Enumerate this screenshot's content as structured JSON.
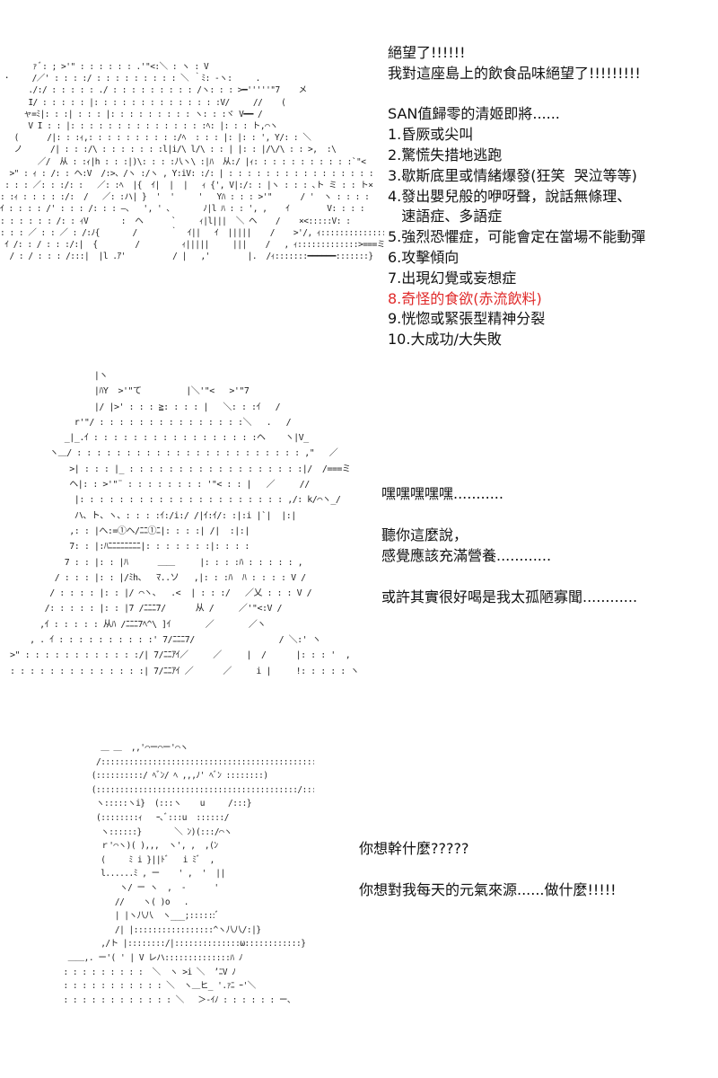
{
  "colors": {
    "text": "#111111",
    "highlight": "#e02a2a",
    "background": "#ffffff"
  },
  "panel1": {
    "art": "       ｧ ﾞ: ; >'\" : : : : : : .'\"<:＼ : ヽ : V\n ･     /／' : : : :/ : : : : : : : : : ＼ ｀ﾐ: -ヽ:     .\n      ./:/ : : : : : ./ : : : : : : : : : /ヽ: : : >━'''''\"7    メ\n      I/ : : : : : |: : : : : : : : : : : : : :V/     //    (\n     ャ=ﾐ|: : :| : : : |: : : : : : : : : ヽ: : :ヾ V━━ /\n      V I : : |: : : : : : : : : : : : : : :ﾍ: |: : : ト,⌒ヽ\n   (      /|: : :ｨ,: : : : : : : : : :/ﾍ  : : : |: |: : ', Y/: : ＼\n   ノ      /| : : :/\\ : : : : : : :l|i/\\ l/\\ : : | |: : |/\\/\\ : : >,  :\\\n        ／/  从 : :ｨ|h : : :|)\\: : : :八ヽ\\ :|ﾊ  从:/ |ｨ: : : : : : : : : : :`\"<\n  >\" : ｨ : /: : ヘ:V  /:>、/ヽ :/ヽ , Y:iV: :/: | : : : : : : : : : : : : : : : :\n : : : ／: : :/: :   ／: :ﾍ  |{  ｲ|  |  |   ｨ {', V|:/: : |ヽ : : : ､ト ミ : : ト×\n: :ｨ : : : : :/:  /   ／: :ハ| }  '  '     '   Yﾊ : : : >'\"      / '  ヽ : : : :\nｲ : : : : /' : : : /: : : —、  ', ' ､       ﾉ|l ﾊ : : ', ,    ｲ        V: : : :\n: : : : : : /: : ｨV       :  ヘ      `     ｨ|l|||  ＼ ヘ    /    ×<:::::V: :\n: : : ／ : : ／ : /:ﾉ{       /       ｀  ｲ||   ｲ  |||||    /    >'/, ｨ::::::::::::::::!\n ｲ /: : / : : :/:|  {        /         ｨ|||||     |||    /   , ｨ:::::::::::::>===ミ}\n  / : / : : : /:::|  |l .ｱ'          / |   ,'        |.  /ｨ:::::::━━━━━━:::::::}",
    "lines": [
      "絕望了!!!!!!",
      "我對這座島上的飲食品味絕望了!!!!!!!!!",
      "",
      "SAN值歸零的清姬即將......",
      "1.昏厥或尖叫",
      "2.驚慌失措地逃跑",
      "3.歇斯底里或情緒爆發(狂笑  哭泣等等)",
      "4.發出嬰兒般的咿呀聲，說話無條理、",
      "   速語症、多語症",
      "5.強烈恐懼症，可能會定在當場不能動彈",
      "6.攻擊傾向",
      "7.出現幻覺或妄想症",
      "8.奇怪的食欲(赤流飲料)",
      "9.恍惚或緊張型精神分裂",
      "10.大成功/大失敗"
    ]
  },
  "panel2": {
    "art": "                   |ヽ\n                   |ﾊY  >'\"て         |＼'\"<   >'\"7\n                   |/ |>' : : : ≧: : : : |   ＼: : :ｲ   /\n               r'\"/ : : : : : : : : : : : : : : :＼   .   /\n             _|_.ｲ : : : : : : : : : : : : : : : : :ヘ    ヽ|V_\n          ヽ＿/ : : : : : : : : : : : : : : : : : : : : : : : ,\"   ／\n              >| : : : |_ : : : : : : : : : : : : : : : : : :|/  /===ミ\n              ヘ|: : >'\"¨ : : : : : : : : '\"< : : |   ／     //\n               |: : : : : : : : : : : : : : : : : : : : : ,/: k/⌒ヽ_/\n               ハ、ト、ヽ、: : : :ｲ:/i:/ /|ｲ:ｲ/: :|:i |`|  |:|\n              ,: : |へ:=①ヘ/ﾆﾆ①ﾆ|: : : :| /|  :|:|\n              7: : |:ﾊﾆﾆﾆﾆﾆﾆﾆﾆ|: : : : : : :|: : : :\n             7 : : |: : |ﾊ      ＿＿     |: : : :ﾊ : : : : : ,\n           / : : : |: : |/ﾐh、  ﾏ..ソ   ,|: : :ﾊ  ﾊ : : : : V /\n          / : : : : |: : |/ ⌒ヽ、  .<  | : : :/   ／乂 : : : V /\n         /: : : : : |: : |7 /ﾆﾆﾆ7/      从 /     ／'\"<:V /\n        ,ｲ : : : : : 从ﾊ /ﾆﾆﾆ7ﾍ^\\ ]ｲ       ／       ／ヽ\n      , . ｲ : : : : : : : : : :' 7/ﾆﾆﾆ7/                 / ＼:' ヽ\n  >\" : : : : : : : : : : : :/| 7/ﾆﾆｱｲ／     ／     |  /      |: : : '  ,\n  : : : : : : : : : : : : : :| 7/ﾆﾆｱｲ ／      ／     i |     !: : : : : ヽ",
    "lines": [
      "嘿嘿嘿嘿嘿...........",
      "",
      "聽你這麼說，",
      "感覺應該充滿營養............",
      "",
      "或許其實很好喝是我太孤陋寡聞............"
    ]
  },
  "panel3": {
    "art": "          ＿ ＿  ,,'⌒ー⌒ー'⌒ヽ\n         /::::::::::::::::::::::::::::::::::::::::::::::}\n        (::::::::::/ ﾍﾞﾝ/ ﾍ ,,,ﾉ' ﾍﾞﾝ ::::::::)\n        (:::::::::::::::::::::::::::::::::::::::::::/:::})\n         ヽ:::::ヽi}  (:::ヽ    u     /:::}\n         (::::::::ｨ   ｰ､ﾞ:::u  ::::::/\n          ヽ::::::}       ＼ ﾝ)(:::/⌒ヽ\n          ｒ'⌒ヽ)( ),,,  ヽ', ,  ,(ﾝ\n          (     ﾐ i }||ﾄﾞ   i ﾐﾞ  ,\n          l......ﾐ , ー    ' ,  '  ||\n              ヽ/ ー ヽ  ,  -      '\n             //    ヽ( )o   .\n             | |ヽ八八  ヽ___;::::::ﾞ\n             /| |:::::::::::::::::^ヽ八八/:|}\n          ,/ト |::::::::/|::::::::::::::ω::::::::::::}\n   ＿＿,. ー'( ' | V レハ::::::::::::::ﾊ ﾉ\n  : : : : : : : : :  ＼  ヽ >i ＼  ’ﾆV ﾉ\n  : : : : : : : : : : : ＼  ヽ＿ヒ_ '.ｧﾆ ｰ'＼\n  : : : : : : : : : : : : ＼   ＞-ｲﾉ : : : : : : ー、",
    "lines": [
      "你想幹什麼?????",
      "",
      "你想對我每天的元氣來源......做什麼!!!!!"
    ]
  }
}
